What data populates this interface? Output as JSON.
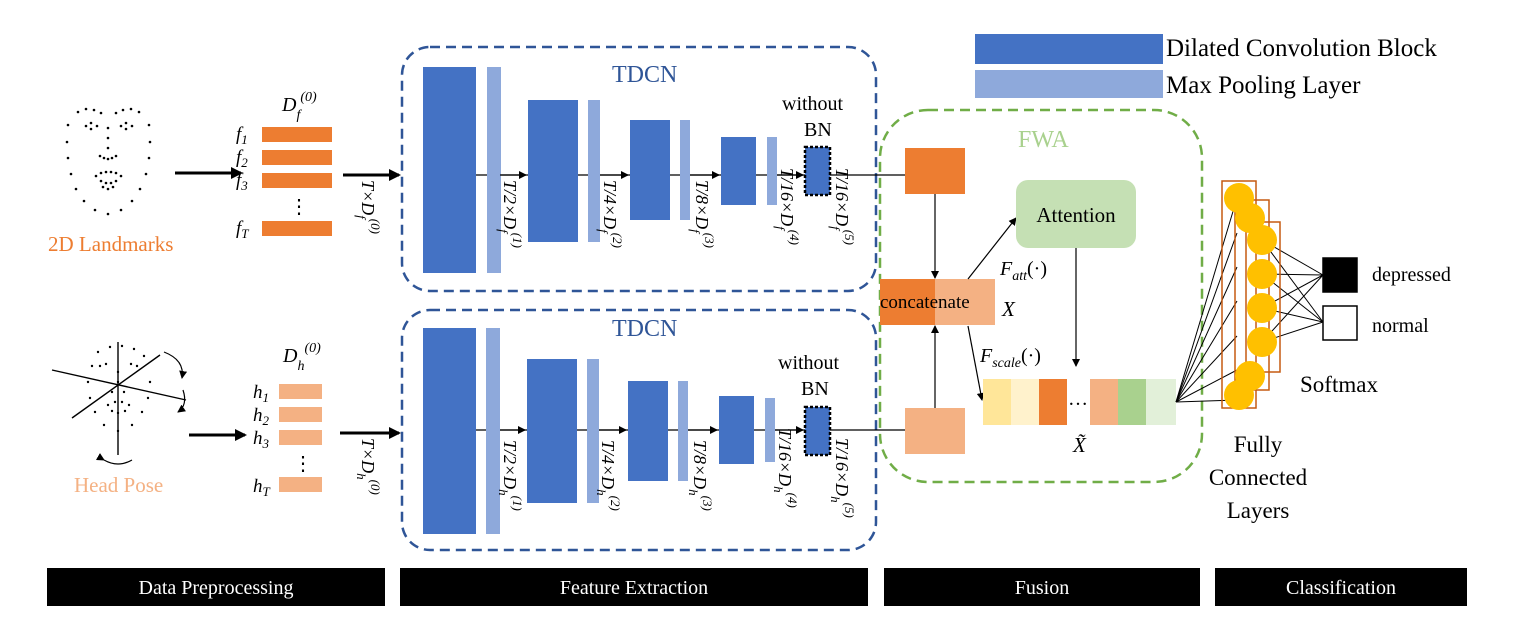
{
  "legend": {
    "dilated": "Dilated Convolution Block",
    "maxpool": "Max Pooling Layer"
  },
  "inputs": {
    "landmarks": "2D Landmarks",
    "head_pose": "Head Pose",
    "f_dim_label": "D_f^(0)",
    "h_dim_label": "D_h^(0)",
    "f_rows": [
      "f1",
      "f2",
      "f3",
      "fT"
    ],
    "h_rows": [
      "h1",
      "h2",
      "h3",
      "hT"
    ]
  },
  "tdcn": {
    "title": "TDCN",
    "without_bn": [
      "without",
      "BN"
    ],
    "f_shapes": [
      "T×D_f^(0)",
      "T/2×D_f^(1)",
      "T/4×D_f^(2)",
      "T/8×D_f^(3)",
      "T/16×D_f^(4)",
      "T/16×D_f^(5)"
    ],
    "h_shapes": [
      "T×D_h^(0)",
      "T/2×D_h^(1)",
      "T/4×D_h^(2)",
      "T/8×D_h^(3)",
      "T/16×D_h^(4)",
      "T/16×D_h^(5)"
    ]
  },
  "fwa": {
    "title": "FWA",
    "attention": "Attention",
    "concatenate": "concatenate",
    "f_att": "F_att(·)",
    "f_scale": "F_scale(·)",
    "x": "X",
    "x_tilde": "X̃"
  },
  "classifier": {
    "fc_label": [
      "Fully",
      "Connected",
      "Layers"
    ],
    "softmax": "Softmax",
    "depressed": "depressed",
    "normal": "normal"
  },
  "stages": [
    "Data Preprocessing",
    "Feature Extraction",
    "Fusion",
    "Classification"
  ],
  "colors": {
    "dilated": "#4472C4",
    "maxpool": "#8EA9DB",
    "orange": "#ED7D31",
    "light_orange": "#F4B183",
    "tdcn_border": "#2F5597",
    "fwa_border": "#70AD47",
    "attention_fill": "#C5E0B4",
    "fc_node": "#FFC000",
    "stage_bar": "#000000"
  }
}
